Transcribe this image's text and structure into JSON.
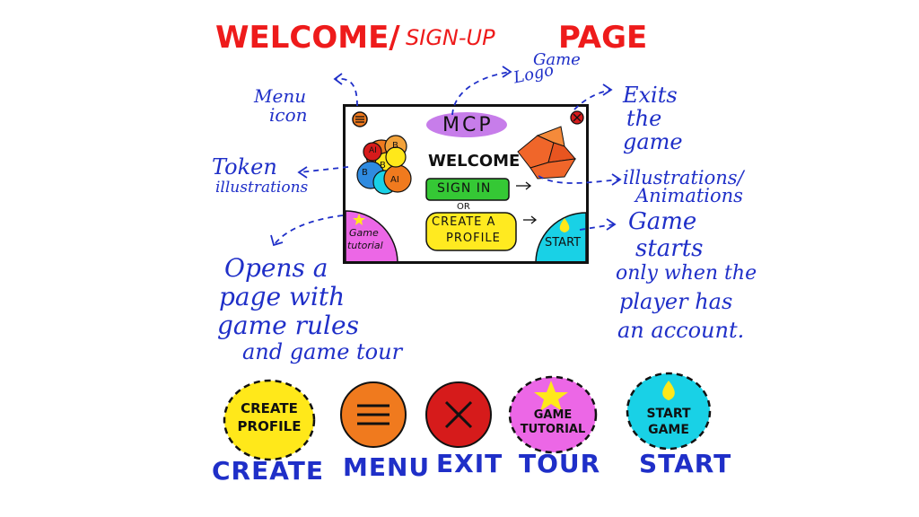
{
  "title": {
    "part1": "WELCOME/",
    "part2": "SIGN-UP",
    "part3": "PAGE"
  },
  "annotations": {
    "menu_icon": [
      "Menu",
      "icon"
    ],
    "game_logo": [
      "Game",
      "Logo"
    ],
    "exits": [
      "Exits",
      "the",
      "game"
    ],
    "token": [
      "Token",
      "illustrations"
    ],
    "illus": [
      "illustrations/",
      "Animations"
    ],
    "game_starts": [
      "Game",
      "starts",
      "only when the",
      "player has",
      "an account."
    ],
    "opens": [
      "Opens a",
      "page with",
      "game rules",
      "and game tour"
    ]
  },
  "mockup": {
    "logo": "MCP",
    "welcome": "WELCOME",
    "sign_in": "SIGN IN",
    "or": "OR",
    "create_profile": [
      "CREATE A",
      "PROFILE"
    ],
    "tutorial": [
      "Game",
      "tutorial"
    ],
    "start": "START",
    "tokens": [
      "B",
      "AI",
      "B",
      "B",
      "AI"
    ]
  },
  "icons": [
    {
      "label": [
        "CREATE",
        "PROFILE"
      ],
      "caption": "CREATE",
      "color": "#ffe81a"
    },
    {
      "label": [],
      "caption": "MENU",
      "color": "#f07a1e"
    },
    {
      "label": [],
      "caption": "EXIT",
      "color": "#d61b1b"
    },
    {
      "label": [
        "GAME",
        "TUTORIAL"
      ],
      "caption": "TOUR",
      "color": "#ec67e6"
    },
    {
      "label": [
        "START",
        "GAME"
      ],
      "caption": "START",
      "color": "#19d1e6"
    }
  ],
  "colors": {
    "title_red": "#ee1b1b",
    "ink_blue": "#1f2fc8",
    "logo_purple": "#c77dea",
    "signin_green": "#35c835",
    "create_yellow": "#ffea20",
    "tutorial_pink": "#ec67e6",
    "start_cyan": "#19d1e6",
    "illustration_orange": "#f0662a"
  }
}
